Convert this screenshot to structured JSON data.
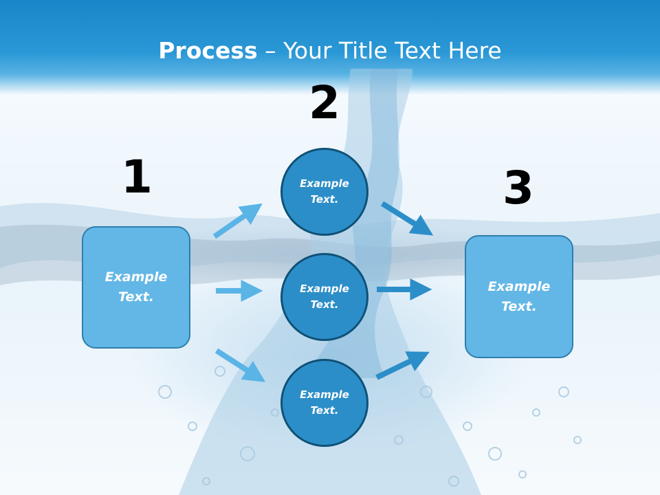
{
  "title": {
    "bold": "Process",
    "rest": " – Your Title Text Here"
  },
  "numbers": [
    "1",
    "2",
    "3"
  ],
  "box_left": {
    "line1": "Example",
    "line2": "Text."
  },
  "circles": [
    {
      "line1": "Example",
      "line2": "Text."
    },
    {
      "line1": "Example",
      "line2": "Text."
    },
    {
      "line1": "Example",
      "line2": "Text."
    }
  ],
  "box_right": {
    "line1": "Example",
    "line2": "Text."
  },
  "colors": {
    "header": "#1a86c9",
    "box_fill": "#63b7e6",
    "box_border": "#2d7eac",
    "circle_fill": "#2c8ec8",
    "circle_border": "#0f5177",
    "arrow_light": "#5ab4e6",
    "arrow_dark": "#2c8ec8"
  }
}
